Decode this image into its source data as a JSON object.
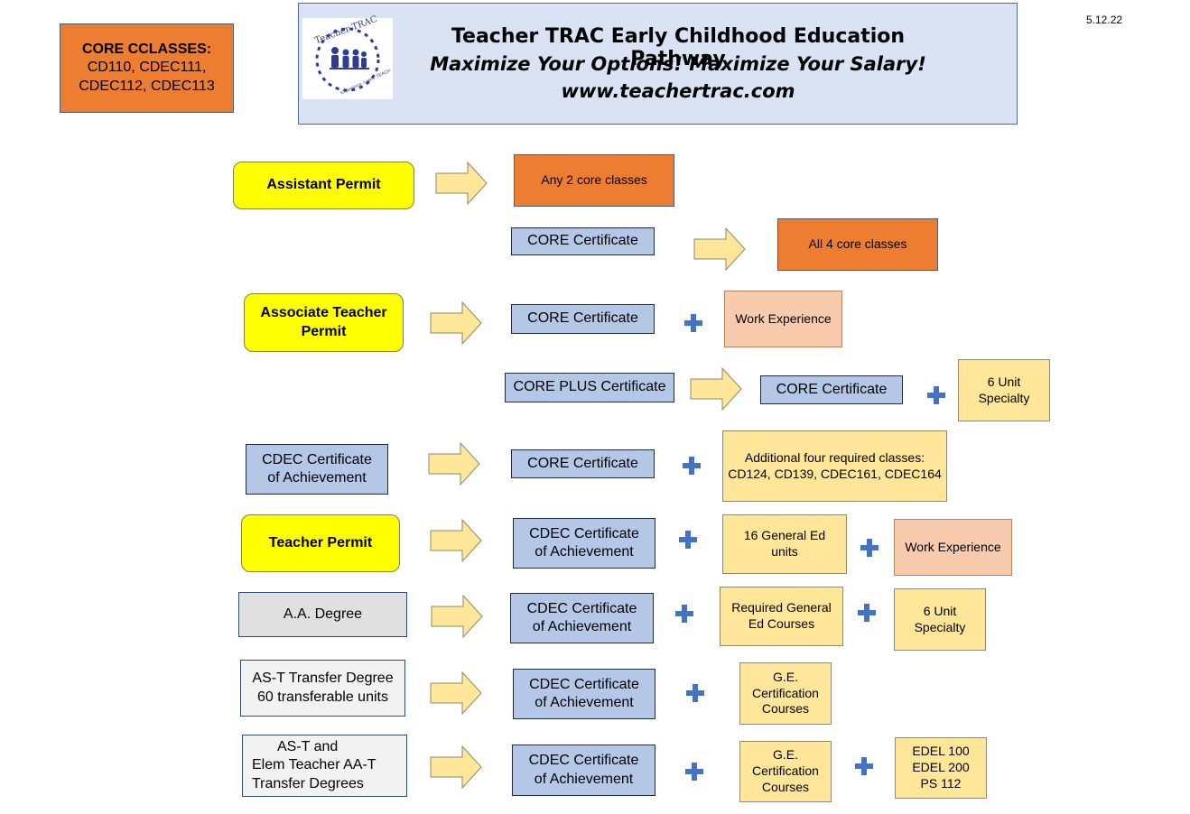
{
  "date": "5.12.22",
  "header": {
    "title": "Teacher TRAC Early Childhood Education Pathway",
    "subtitle": "Maximize Your Options!  Maximize Your Salary!",
    "url": "www.teachertrac.com",
    "logo": {
      "text": "Teacher TRAC",
      "tagline": "Experience. Learn. TEACH"
    }
  },
  "core_classes": {
    "heading": "CORE CCLASSES:",
    "line1": "CD110, CDEC111,",
    "line2": "CDEC112, CDEC113"
  },
  "colors": {
    "orange": "#ed7d31",
    "peach": "#f8cbad",
    "tan": "#ffe699",
    "blue": "#b4c7e7",
    "yellow": "#ffff00",
    "plus": "#4472c4"
  },
  "row1": {
    "label": "Assistant Permit",
    "req": "Any 2 core classes"
  },
  "row2": {
    "label": "CORE Certificate",
    "req": "All 4 core classes"
  },
  "row3": {
    "label_line1": "Associate Teacher",
    "label_line2": "Permit",
    "req1": "CORE Certificate",
    "req2": "Work Experience"
  },
  "row4": {
    "label": "CORE PLUS Certificate",
    "req1": "CORE Certificate",
    "req2_line1": "6 Unit",
    "req2_line2": "Specialty"
  },
  "row5": {
    "label_line1": "CDEC Certificate",
    "label_line2": "of Achievement",
    "req1": "CORE Certificate",
    "req2_line1": "Additional four required classes:",
    "req2_line2": "CD124, CD139, CDEC161, CDEC164"
  },
  "row6": {
    "label": "Teacher Permit",
    "req1_line1": "CDEC Certificate",
    "req1_line2": "of Achievement",
    "req2_line1": "16 General Ed",
    "req2_line2": "units",
    "req3": "Work Experience"
  },
  "row7": {
    "label": "A.A. Degree",
    "req1_line1": "CDEC Certificate",
    "req1_line2": "of Achievement",
    "req2_line1": "Required General",
    "req2_line2": "Ed Courses",
    "req3_line1": "6 Unit",
    "req3_line2": "Specialty"
  },
  "row8": {
    "label_line1": "AS-T  Transfer Degree",
    "label_line2": "60 transferable units",
    "req1_line1": "CDEC Certificate",
    "req1_line2": "of Achievement",
    "req2_line1": "G.E.",
    "req2_line2": "Certification",
    "req2_line3": "Courses"
  },
  "row9": {
    "label_line1": "AS-T  and",
    "label_line2": "Elem Teacher AA-T",
    "label_line3": "Transfer Degrees",
    "req1_line1": "CDEC Certificate",
    "req1_line2": "of Achievement",
    "req2_line1": "G.E.",
    "req2_line2": "Certification",
    "req2_line3": "Courses",
    "req3_line1": "EDEL 100",
    "req3_line2": "EDEL 200",
    "req3_line3": "PS 112"
  }
}
